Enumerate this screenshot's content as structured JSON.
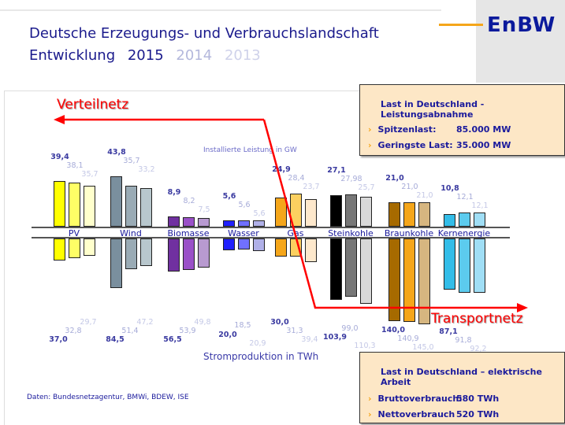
{
  "header": {
    "title_line1": "Deutsche Erzeugungs- und Verbrauchslandschaft",
    "title_line2": "Entwicklung",
    "years": [
      "2015",
      "2014",
      "2013"
    ],
    "logo": "EnBW"
  },
  "colors": {
    "accent": "#f5a61a",
    "navy": "#1a1a8c",
    "arrow": "#ff0000",
    "box_bg": "#fde7c6"
  },
  "annotations": {
    "verteilnetz": "Verteilnetz",
    "transportnetz": "Transportnetz"
  },
  "chart_data": {
    "type": "bar",
    "top_caption": "Installierte Leistung in GW",
    "bottom_caption": "Stromproduktion in TWh",
    "series_years": [
      "2015",
      "2014",
      "2013"
    ],
    "categories": [
      "PV",
      "Wind",
      "Biomasse",
      "Wasser",
      "Gas",
      "Steinkohle",
      "Braunkohle",
      "Kernenergie"
    ],
    "capacity_gw": [
      [
        "39,4",
        "38,1",
        "35,7"
      ],
      [
        "43,8",
        "35,7",
        "33,2"
      ],
      [
        "8,9",
        "8,2",
        "7,5"
      ],
      [
        "5,6",
        "5,6",
        "5,6"
      ],
      [
        "24,9",
        "28,4",
        "23,7"
      ],
      [
        "27,1",
        "27,98",
        "25,7"
      ],
      [
        "21,0",
        "21,0",
        "21,0"
      ],
      [
        "10,8",
        "12,1",
        "12,1"
      ]
    ],
    "production_twh": [
      [
        "37,0",
        "32,8",
        "29,7"
      ],
      [
        "84,5",
        "51,4",
        "47,2"
      ],
      [
        "56,5",
        "53,9",
        "49,8"
      ],
      [
        "20,0",
        "18,5",
        "20,9"
      ],
      [
        "30,0",
        "31,3",
        "39,4"
      ],
      [
        "103,9",
        "99,0",
        "110,3"
      ],
      [
        "140,0",
        "140,9",
        "145,0"
      ],
      [
        "87,1",
        "91,8",
        "92,2"
      ]
    ],
    "bar_colors": [
      [
        "#ffff00",
        "#ffff66",
        "#ffffcc"
      ],
      [
        "#7a8f9e",
        "#9aabb5",
        "#b8c7cd"
      ],
      [
        "#7030a0",
        "#9a50c8",
        "#b89ad0"
      ],
      [
        "#2020ff",
        "#7070ff",
        "#b0b0e8"
      ],
      [
        "#f5a61a",
        "#fcd060",
        "#fde8cc"
      ],
      [
        "#000000",
        "#777777",
        "#d8d8d8"
      ],
      [
        "#a66a00",
        "#f5a61a",
        "#d6b680"
      ],
      [
        "#33bde8",
        "#5ccbee",
        "#a0def5"
      ]
    ]
  },
  "box_power": {
    "heading": "Last in Deutschland - Leistungsabnahme",
    "rows": [
      {
        "label": "Spitzenlast:",
        "value": "85.000 MW"
      },
      {
        "label": "Geringste Last:",
        "value": "35.000 MW"
      }
    ]
  },
  "box_energy": {
    "heading": "Last in Deutschland – elektrische Arbeit",
    "rows": [
      {
        "label": "Bruttoverbrauch:",
        "value": "580  TWh"
      },
      {
        "label": "Nettoverbrauch",
        "value": "520  TWh"
      }
    ]
  },
  "source": "Daten: Bundesnetzagentur, BMWi, BDEW,  ISE"
}
